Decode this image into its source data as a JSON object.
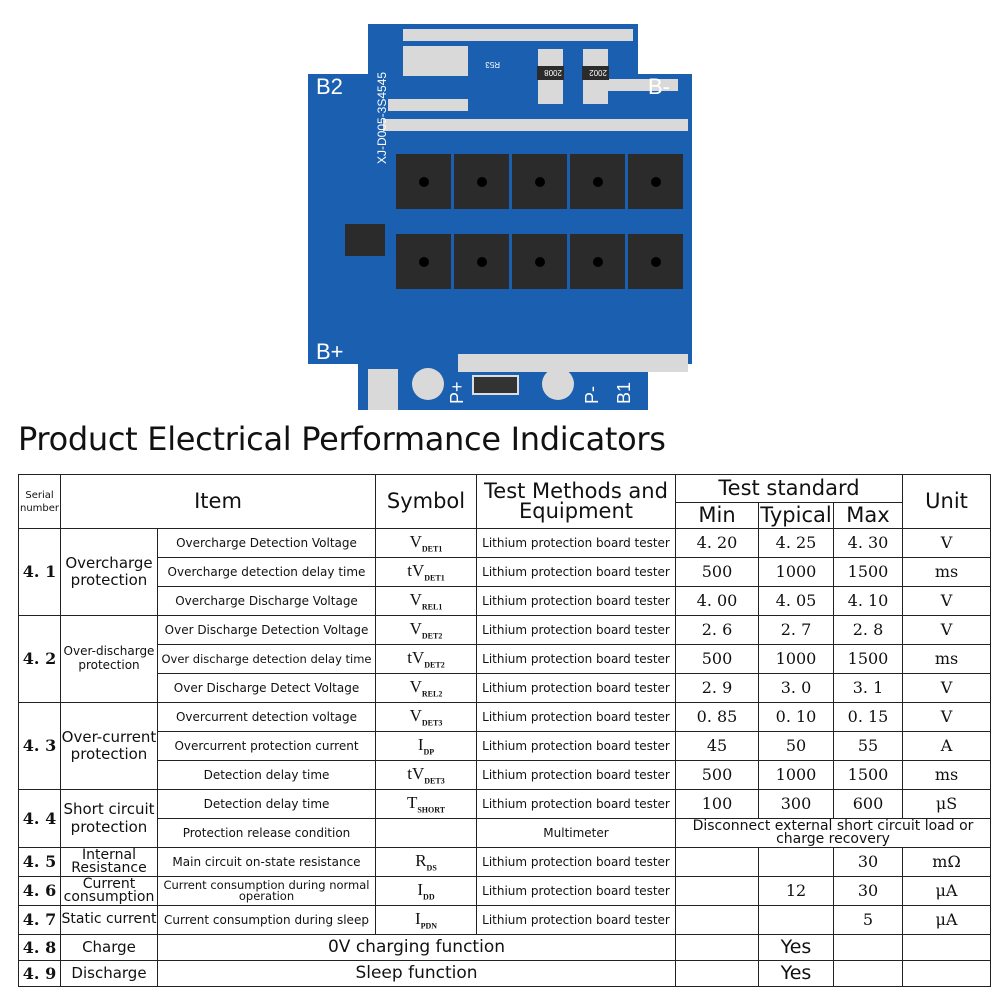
{
  "board": {
    "labels": {
      "b2": "B2",
      "bminus": "B-",
      "bplus": "B+",
      "pplus": "P+",
      "pminus": "P-",
      "b1": "B1",
      "model": "XJ-D005-3S4545",
      "r53": "R53",
      "res1": "2008",
      "res2": "2002"
    },
    "colors": {
      "pcb": "#1a5fb0",
      "pad": "#d9d9d9",
      "chip": "#2b2b2b"
    }
  },
  "title": "Product Electrical Performance Indicators",
  "table": {
    "headers": {
      "serial": "Serial number",
      "item": "Item",
      "symbol": "Symbol",
      "method": "Test Methods and Equipment",
      "standard": "Test standard",
      "min": "Min",
      "typical": "Typical",
      "max": "Max",
      "unit": "Unit"
    },
    "groups": [
      {
        "serial": "4. 1",
        "name": "Overcharge protection",
        "rows": [
          {
            "item": "Overcharge Detection Voltage",
            "sym": "V",
            "symSub": "DET1",
            "method": "Lithium protection board tester",
            "min": "4. 20",
            "typ": "4. 25",
            "max": "4. 30",
            "unit": "V"
          },
          {
            "item": "Overcharge detection delay time",
            "sym": "tV",
            "symSub": "DET1",
            "method": "Lithium protection board tester",
            "min": "500",
            "typ": "1000",
            "max": "1500",
            "unit": "ms"
          },
          {
            "item": "Overcharge Discharge Voltage",
            "sym": "V",
            "symSub": "REL1",
            "method": "Lithium protection board tester",
            "min": "4. 00",
            "typ": "4. 05",
            "max": "4. 10",
            "unit": "V"
          }
        ]
      },
      {
        "serial": "4. 2",
        "name": "Over-discharge protection",
        "small": true,
        "rows": [
          {
            "item": "Over Discharge Detection Voltage",
            "sym": "V",
            "symSub": "DET2",
            "method": "Lithium protection board tester",
            "min": "2. 6",
            "typ": "2. 7",
            "max": "2. 8",
            "unit": "V"
          },
          {
            "item": "Over discharge detection delay time",
            "sym": "tV",
            "symSub": "DET2",
            "method": "Lithium protection board tester",
            "min": "500",
            "typ": "1000",
            "max": "1500",
            "unit": "ms"
          },
          {
            "item": "Over Discharge Detect Voltage",
            "sym": "V",
            "symSub": "REL2",
            "method": "Lithium protection board tester",
            "min": "2. 9",
            "typ": "3. 0",
            "max": "3. 1",
            "unit": "V"
          }
        ]
      },
      {
        "serial": "4. 3",
        "name": "Over-current protection",
        "rows": [
          {
            "item": "Overcurrent detection voltage",
            "sym": "V",
            "symSub": "DET3",
            "method": "Lithium protection board tester",
            "min": "0. 85",
            "typ": "0. 10",
            "max": "0. 15",
            "unit": "V"
          },
          {
            "item": "Overcurrent protection current",
            "sym": "I",
            "symSub": "DP",
            "method": "Lithium protection board tester",
            "min": "45",
            "typ": "50",
            "max": "55",
            "unit": "A"
          },
          {
            "item": "Detection delay time",
            "sym": "tV",
            "symSub": "DET3",
            "method": "Lithium protection board tester",
            "min": "500",
            "typ": "1000",
            "max": "1500",
            "unit": "ms"
          }
        ]
      },
      {
        "serial": "4. 4",
        "name": "Short circuit protection",
        "rows": [
          {
            "item": "Detection delay time",
            "sym": "T",
            "symSub": "SHORT",
            "method": "Lithium protection board tester",
            "min": "100",
            "typ": "300",
            "max": "600",
            "unit": "μS"
          },
          {
            "item": "Protection release condition",
            "sym": "",
            "symSub": "",
            "method": "Multimeter",
            "merged": "Disconnect external short circuit load or charge recovery"
          }
        ]
      },
      {
        "serial": "4. 5",
        "name": "Internal Resistance",
        "rows": [
          {
            "item": "Main circuit on-state resistance",
            "sym": "R",
            "symSub": "DS",
            "method": "Lithium protection board tester",
            "min": "",
            "typ": "",
            "max": "30",
            "unit": "mΩ"
          }
        ]
      },
      {
        "serial": "4. 6",
        "name": "Current consumption",
        "rows": [
          {
            "item": "Current consumption during normal operation",
            "sym": "I",
            "symSub": "DD",
            "method": "Lithium protection board tester",
            "min": "",
            "typ": "12",
            "max": "30",
            "unit": "μA"
          }
        ]
      },
      {
        "serial": "4. 7",
        "name": "Static current",
        "rows": [
          {
            "item": "Current consumption during sleep",
            "sym": "I",
            "symSub": "PDN",
            "method": "Lithium protection board tester",
            "min": "",
            "typ": "",
            "max": "5",
            "unit": "μA"
          }
        ]
      }
    ],
    "functions": [
      {
        "serial": "4. 8",
        "name": "Charge",
        "desc": "0V charging function",
        "typ": "Yes"
      },
      {
        "serial": "4. 9",
        "name": "Discharge",
        "desc": "Sleep function",
        "typ": "Yes"
      }
    ]
  }
}
